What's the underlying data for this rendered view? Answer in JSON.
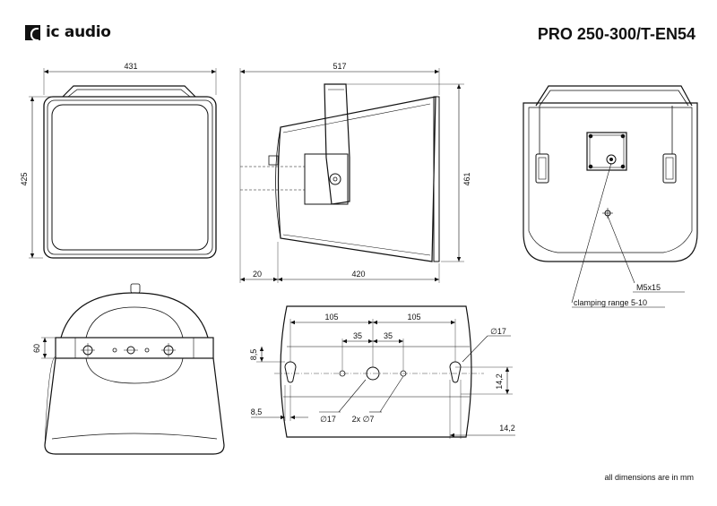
{
  "brand": {
    "name": "ic audio"
  },
  "model": "PRO 250-300/T-EN54",
  "footnote": "all dimensions are in mm",
  "front_view": {
    "width": "431",
    "height": "425"
  },
  "side_view": {
    "length": "517",
    "height": "461",
    "offset": "20",
    "depth": "420"
  },
  "rear_view": {
    "thread_label": "M5x15",
    "clamp_label": "clamping range 5-10"
  },
  "bottom_view": {
    "bracket_height": "60"
  },
  "bracket_detail": {
    "spacing_outer_left": "105",
    "spacing_outer_right": "105",
    "spacing_inner_left": "35",
    "spacing_inner_right": "35",
    "edge_top": "8,5",
    "edge_side": "8,5",
    "slot_dia": "∅17",
    "center_hole": "∅17",
    "small_holes": "2x ∅7",
    "slot_height": "14,2",
    "slot_width": "14,2"
  }
}
